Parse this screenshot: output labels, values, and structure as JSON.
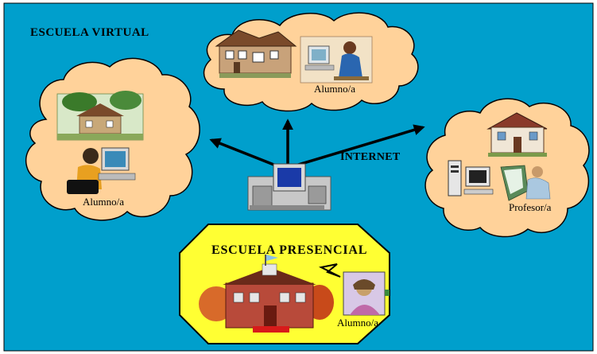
{
  "title": "ESCUELA VIRTUAL",
  "internet_label": "INTERNET",
  "top_cloud": {
    "label": "Alumno/a",
    "icons": [
      "house-clipart-icon",
      "student-at-computer-icon"
    ]
  },
  "left_cloud": {
    "label": "Alumno/a",
    "icons": [
      "countryside-house-clipart-icon",
      "student-at-computer-icon"
    ]
  },
  "right_cloud": {
    "label": "Profesor/a",
    "icons": [
      "house-clipart-icon",
      "desktop-computer-icon",
      "teacher-figure-icon"
    ]
  },
  "center": {
    "icon": "server-computer-icon"
  },
  "school": {
    "title": "ESCUELA PRESENCIAL",
    "label": "Alumno/a",
    "icons": [
      "school-building-icon",
      "student-portrait-icon"
    ]
  },
  "colors": {
    "background": "#009fcc",
    "cloud": "#ffd29a",
    "school_box": "#ffff33",
    "arrows": "#000000"
  }
}
